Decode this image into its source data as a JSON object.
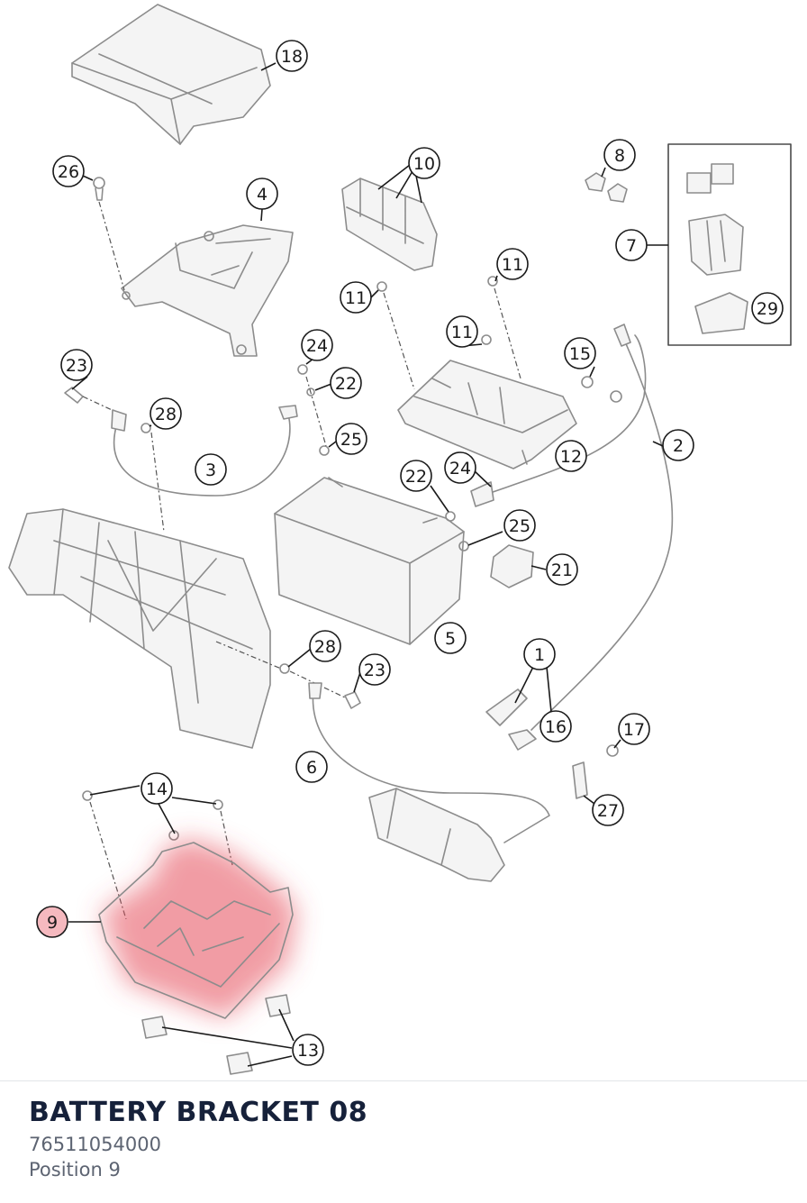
{
  "part": {
    "title": "BATTERY BRACKET 08",
    "number": "76511054000",
    "position": "Position 9"
  },
  "diagram": {
    "highlight_color": "#e64a5a",
    "callouts": [
      "1",
      "2",
      "3",
      "4",
      "5",
      "6",
      "7",
      "8",
      "9",
      "10",
      "11",
      "11",
      "11",
      "12",
      "13",
      "14",
      "15",
      "16",
      "17",
      "18",
      "21",
      "22",
      "22",
      "23",
      "23",
      "24",
      "24",
      "25",
      "25",
      "26",
      "27",
      "28",
      "28",
      "29"
    ],
    "selected_callout": "9"
  }
}
